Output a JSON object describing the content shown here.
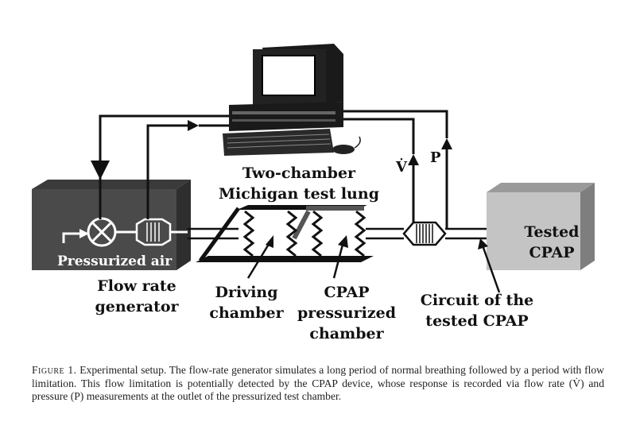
{
  "labels": {
    "test_lung_line1": "Two-chamber",
    "test_lung_line2": "Michigan test lung",
    "pressurized_air": "Pressurized air",
    "flow_rate_generator_line1": "Flow rate",
    "flow_rate_generator_line2": "generator",
    "driving_chamber_line1": "Driving",
    "driving_chamber_line2": "chamber",
    "cpap_chamber_line1": "CPAP",
    "cpap_chamber_line2": "pressurized",
    "cpap_chamber_line3": "chamber",
    "circuit_line1": "Circuit of the",
    "circuit_line2": "tested CPAP",
    "tested_cpap_line1": "Tested",
    "tested_cpap_line2": "CPAP",
    "flow_symbol": "V̇",
    "pressure_symbol": "P"
  },
  "caption": {
    "figure_label": "Figure 1.",
    "text": " Experimental setup. The flow-rate generator simulates a long period of normal breathing followed by a period with flow limitation. This flow limitation is potentially detected by the CPAP device, whose response is recorded via flow rate (V̇) and pressure (P) measurements at the outlet of the pressurized test chamber."
  }
}
